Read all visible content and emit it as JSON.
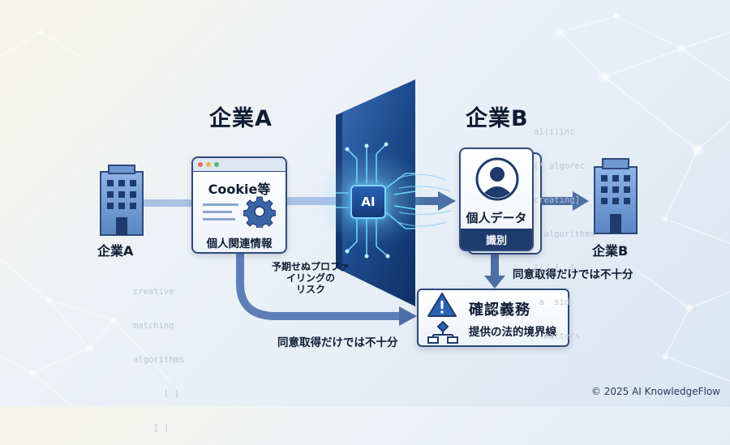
{
  "company_a": {
    "heading": "企業A",
    "label": "企業A"
  },
  "company_b": {
    "heading": "企業B",
    "label": "企業B"
  },
  "cookie_card": {
    "title": "Cookie等",
    "caption": "個人関連情報"
  },
  "ai_chip": {
    "label": "AI"
  },
  "profiling_note": {
    "line1": "予期せぬプロファ",
    "line2": "イリングの",
    "line3": "リスク"
  },
  "personal_data_card": {
    "title": "個人データ",
    "footer": "識別"
  },
  "consent_note_right": "同意取得だけでは不十分",
  "consent_note_bottom": "同意取得だけでは不十分",
  "duty_box": {
    "title": "確認義務",
    "subtitle": "提供の法的境界線"
  },
  "code_left": [
    "creative",
    "matching",
    "algorithms",
    "      [ ]",
    "    [ ]"
  ],
  "code_right": [
    "ai(i)inc",
    "[* algorec",
    "creating]",
    "  algorithms",
    "[(  [  ]",
    " a  sid",
    "  matters"
  ],
  "copyright": "© 2025 AI KnowledgeFlow",
  "colors": {
    "navy": "#0e1c33",
    "accent": "#2a62b5",
    "glow": "#7fd4ff",
    "arrow": "#4c6fa6"
  },
  "icons": [
    "building-icon",
    "gear-icon",
    "user-avatar-icon",
    "warning-icon",
    "flowchart-icon",
    "ai-chip-icon"
  ]
}
